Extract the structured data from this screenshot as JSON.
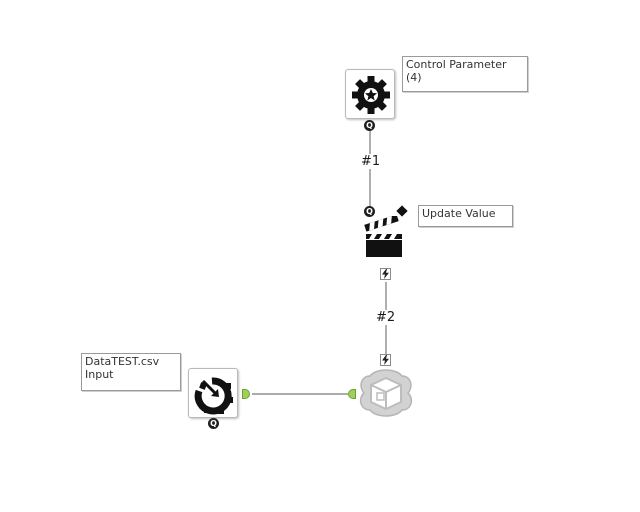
{
  "workflow": {
    "annotations": {
      "control_parameter": "Control Parameter\n(4)",
      "update_value": "Update Value",
      "input": "DataTEST.csv\nInput"
    },
    "connections": {
      "first": "#1",
      "second": "#2"
    },
    "anchors": {
      "question_label": "Q"
    },
    "tools": {
      "control_parameter": {
        "icon": "gear-icon"
      },
      "update_value": {
        "icon": "clapperboard-icon"
      },
      "input": {
        "icon": "input-data-icon"
      },
      "macro": {
        "icon": "macro-cube-icon"
      }
    }
  }
}
